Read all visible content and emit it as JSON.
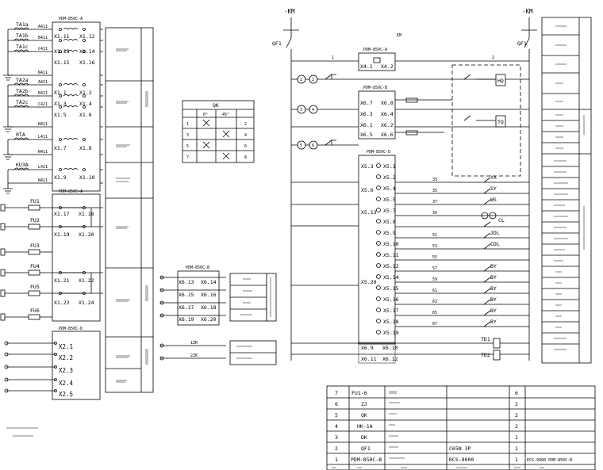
{
  "header": {
    "left_bus": "-KM",
    "right_bus": "-KM",
    "left_breaker": "QF1",
    "right_breaker": "QF1",
    "bus_label": "KM"
  },
  "left_terminal_block": {
    "title": "PDM-850C-A",
    "ct_phases": [
      "TA1a",
      "TA1b",
      "TA1c",
      "TA2a",
      "TA2b",
      "TA2c",
      "0TA",
      "KU3A"
    ],
    "terminals": [
      [
        "X1.11",
        "X1.12"
      ],
      [
        "X1.13",
        "X1.14"
      ],
      [
        "X1.15",
        "X1.16"
      ],
      [
        "X1.1",
        "X1.2"
      ],
      [
        "X1.3",
        "X1.4"
      ],
      [
        "X1.5",
        "X1.6"
      ],
      [
        "X1.7",
        "X1.8"
      ],
      [
        "X1.9",
        "X1.10"
      ],
      [
        "X1.17",
        "X1.18"
      ],
      [
        "X1.19",
        "X1.20"
      ],
      [
        "X1.21",
        "X1.22"
      ],
      [
        "X1.23",
        "X1.24"
      ]
    ],
    "fuses": [
      "FU1",
      "FU2",
      "FU3",
      "FU4",
      "FU5",
      "FU6"
    ],
    "block2_title": "PDM-850C-D",
    "block2_terminals": [
      "X2.1",
      "X2.2",
      "X2.3",
      "X2.4",
      "X2.5"
    ]
  },
  "switch_table": {
    "title": "QK",
    "cols": [
      "0°",
      "45°"
    ],
    "rows": [
      [
        "1",
        "2"
      ],
      [
        "3",
        "4"
      ],
      [
        "5",
        "6"
      ],
      [
        "7",
        "8"
      ]
    ]
  },
  "mid_block": {
    "title": "PDM-850C-B",
    "terminals": [
      [
        "X6.13",
        "X6.14"
      ],
      [
        "X6.15",
        "X6.16"
      ],
      [
        "X6.17",
        "X6.18"
      ],
      [
        "X6.19",
        "X6.20"
      ]
    ],
    "switches": [
      "1ZK",
      "2ZK"
    ]
  },
  "right_blocks": {
    "b1_title": "PDM-850C-A",
    "b1_terminals": [
      "X4.1",
      "X4.2"
    ],
    "b2_title": "PDM-850C-B",
    "b2_terminals": [
      [
        "X6.7",
        "X6.8"
      ],
      [
        "X6.3",
        "X6.4"
      ],
      [
        "X6.1",
        "X6.2"
      ],
      [
        "X6.5",
        "X6.6"
      ]
    ],
    "b3_title": "PDM-850C-D",
    "b3_terminals": [
      "X5.1",
      "X5.2",
      "X5.3",
      "X5.4",
      "X5.5",
      "X5.6",
      "X5.7",
      "X5.8",
      "X5.9",
      "X5.10",
      "X5.11",
      "X5.12",
      "X5.13",
      "X5.14",
      "X5.15",
      "X5.16",
      "X5.17",
      "X5.18",
      "X5.19",
      "X5.20"
    ],
    "b3_left_terminals": [
      "X5.3",
      "X5.6",
      "X5.13",
      "X5.20"
    ],
    "bottom_terminals": [
      [
        "X6.9",
        "X6.10"
      ],
      [
        "X6.11",
        "X6.12"
      ]
    ],
    "relays": [
      "HQ",
      "TQ"
    ],
    "signal_labels": [
      "YX",
      "SY",
      "WS",
      "CL",
      "JDL",
      "CDL",
      "BY",
      "BY",
      "BY",
      "BY",
      "BY",
      "BY",
      "TD1",
      "TD2"
    ],
    "line_numbers": [
      "33",
      "35",
      "37",
      "39",
      "51",
      "53",
      "55",
      "57",
      "59",
      "61",
      "63",
      "65",
      "67"
    ]
  },
  "parts_table": {
    "rows": [
      {
        "no": "7",
        "code": "FU1-6",
        "qty": "6",
        "note": ""
      },
      {
        "no": "6",
        "code": "ZJ",
        "qty": "2",
        "note": ""
      },
      {
        "no": "5",
        "code": "QK",
        "qty": "2",
        "note": ""
      },
      {
        "no": "4",
        "code": "HK-1A",
        "qty": "2",
        "note": ""
      },
      {
        "no": "3",
        "code": "DK",
        "qty": "1",
        "note": ""
      },
      {
        "no": "2",
        "code": "QF1",
        "qty": "1",
        "note": "C65N 3P"
      },
      {
        "no": "1",
        "code": "PDM-850C-B",
        "qty": "1",
        "note": "RCS-9000"
      }
    ],
    "footer_hint": "ECS-9000 PDM-850C-B"
  }
}
